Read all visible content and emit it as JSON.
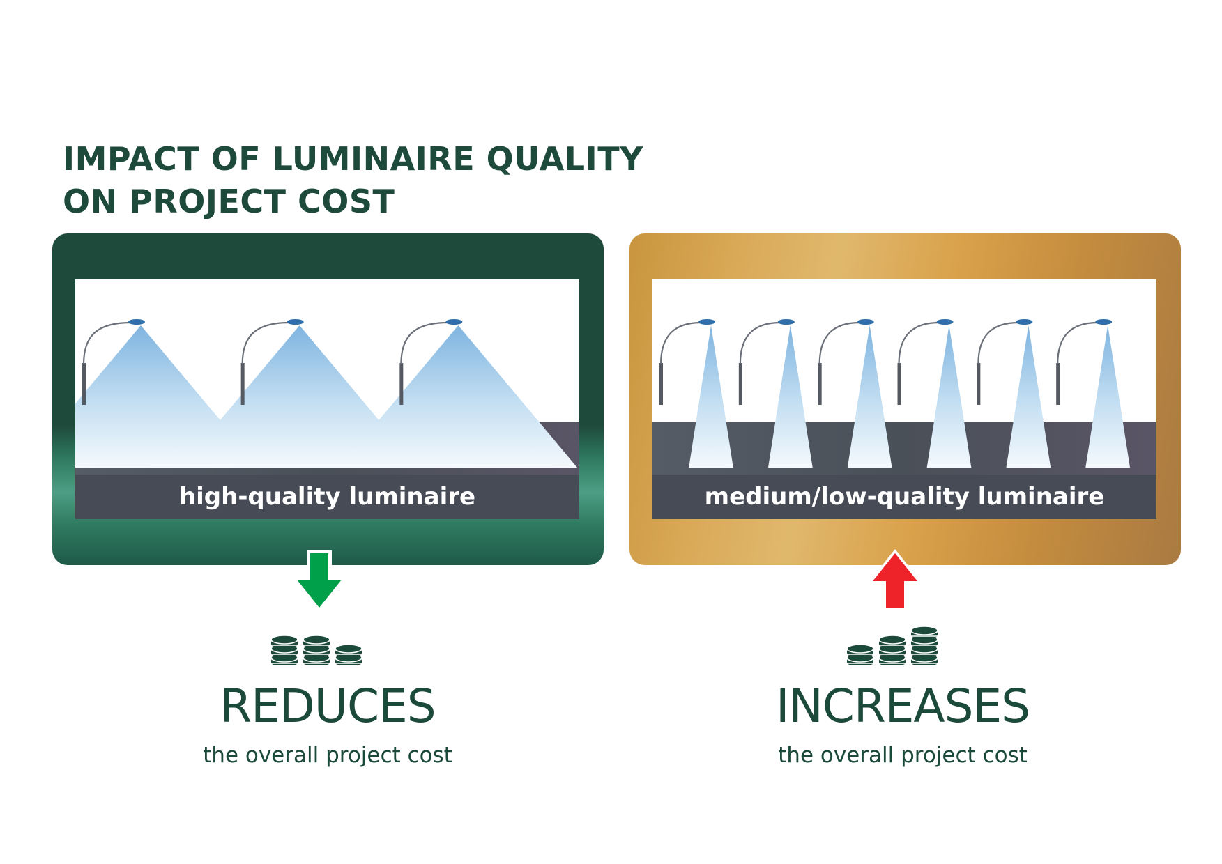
{
  "title": {
    "line1": "IMPACT OF LUMINAIRE QUALITY",
    "line2": "ON PROJECT COST"
  },
  "panels": [
    {
      "caption": "high-quality luminaire",
      "verdict": "REDUCES",
      "subtitle": "the overall project cost",
      "lamp_count": 3,
      "arrow_direction": "down",
      "arrow_color": "#00a04a",
      "panel_color": "#1e4a3b",
      "coin_stacks": [
        3,
        3,
        2
      ],
      "icons": [
        "street-lamp-icon",
        "down-arrow-icon",
        "coin-stacks-icon"
      ]
    },
    {
      "caption": "medium/low-quality luminaire",
      "verdict": "INCREASES",
      "subtitle": "the overall project cost",
      "lamp_count": 6,
      "arrow_direction": "up",
      "arrow_color": "#ee2229",
      "panel_color": "#c9953e",
      "coin_stacks": [
        2,
        3,
        4
      ],
      "icons": [
        "street-lamp-icon",
        "up-arrow-icon",
        "coin-stacks-icon"
      ]
    }
  ],
  "colors": {
    "text_dark_green": "#1c4a3a",
    "caption_bar": "#474b55",
    "light_beam": "#9ec9ea",
    "coin": "#1c4a3a"
  }
}
